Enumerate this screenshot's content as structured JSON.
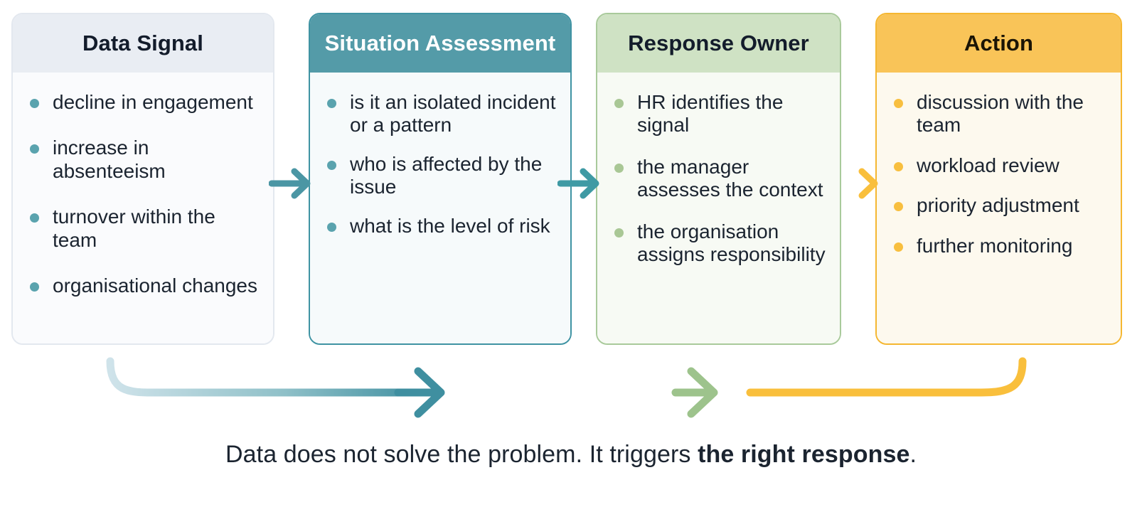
{
  "diagram": {
    "title_caption_prefix": "Data does not solve the problem. It triggers ",
    "title_caption_bold": "the right response",
    "title_caption_suffix": "."
  },
  "colors": {
    "card1_header_bg": "#e9edf3",
    "card1_body_bg": "#fafbfd",
    "card1_border": "#e3e8ef",
    "card1_bullet": "#5aa3ae",
    "card2_header_bg": "#549ba8",
    "card2_header_text": "#ffffff",
    "card2_body_bg": "#f6fafb",
    "card2_border": "#3f93a3",
    "card2_bullet": "#5aa3ae",
    "card3_header_bg": "#cfe2c4",
    "card3_body_bg": "#f7faf4",
    "card3_border": "#a9ca9b",
    "card3_bullet": "#a9c795",
    "card4_header_bg": "#f9c458",
    "card4_body_bg": "#fdf9ee",
    "card4_border": "#f5b731",
    "card4_bullet": "#f8bf3f",
    "arrow_teal": "#4b96a4",
    "arrow_green": "#9dc38c",
    "arrow_yellow": "#f9bf3c",
    "arrow_pale_blue": "#bfd9e2",
    "text_dark": "#1b2430"
  },
  "cards": [
    {
      "id": "data-signal",
      "title": "Data Signal",
      "items": [
        "decline in engagement",
        "increase in absenteeism",
        "turnover within the team",
        "organisational changes"
      ]
    },
    {
      "id": "situation-assessment",
      "title": "Situation Assessment",
      "items": [
        "is it an isolated incident or a pattern",
        "who is affected by the issue",
        "what is the level of risk"
      ]
    },
    {
      "id": "response-owner",
      "title": "Response Owner",
      "items": [
        "HR identifies the signal",
        "the manager assesses the context",
        "the organisation assigns responsibility"
      ]
    },
    {
      "id": "action",
      "title": "Action",
      "items": [
        "discussion with the team",
        "workload review",
        "priority adjustment",
        "further monitoring"
      ]
    }
  ],
  "connectors": [
    {
      "id": "arrow-data-signal-to-situation-assessment",
      "color": "#4b96a4"
    },
    {
      "id": "arrow-situation-assessment-to-response-owner",
      "color": "#4b96a4"
    },
    {
      "id": "arrow-response-owner-to-action",
      "color": "#f9bf3c"
    }
  ],
  "flow_arrows": [
    {
      "id": "flow-arrow-blue-to-teal",
      "from_color": "#cfe3ea",
      "to_color": "#3f8fa0"
    },
    {
      "id": "flow-arrow-teal-to-green",
      "from_color": "#b9dcd2",
      "to_color": "#9dc38c"
    },
    {
      "id": "flow-arrow-yellow",
      "from_color": "#f9bf3c",
      "to_color": "#f9bf3c"
    }
  ]
}
